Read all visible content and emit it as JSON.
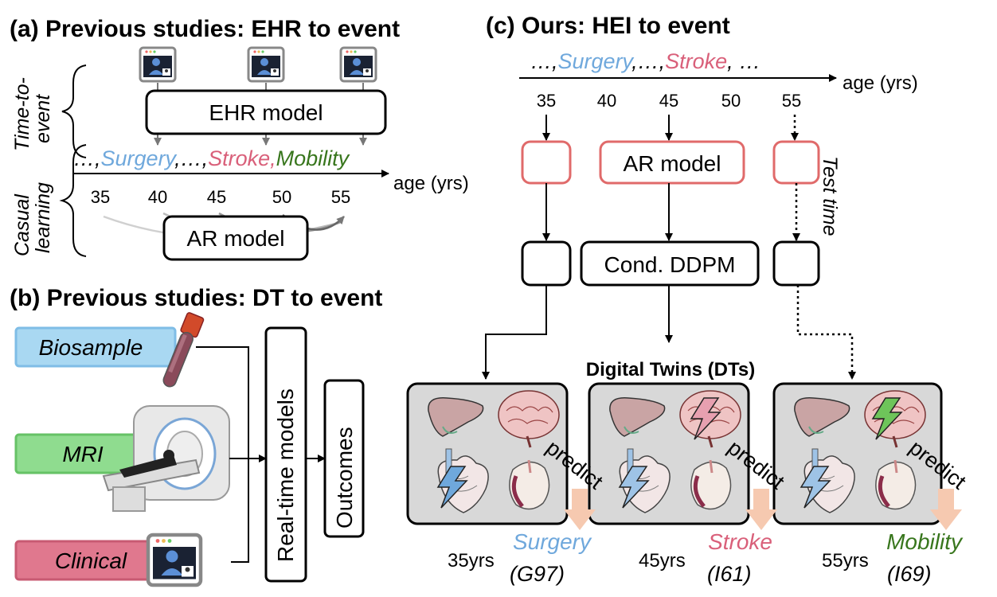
{
  "colors": {
    "surgery": "#6fa8dc",
    "stroke": "#d9607a",
    "mobility": "#38761d",
    "ar_box_border": "#e06a6a",
    "biosample_fill": "#a9d8f2",
    "mri_fill": "#8fdc8f",
    "clinical_fill": "#e0788e",
    "dt_fill": "#d8d8d8",
    "predict_arrow": "#f6c9b0"
  },
  "panel_a": {
    "title": "(a) Previous studies: EHR to event",
    "side_top": [
      "Time-to-",
      "event"
    ],
    "side_bottom": [
      "Casual",
      "learning"
    ],
    "ehr_model": "EHR model",
    "ar_model": "AR model",
    "seq_prefix": "…,",
    "seq_surgery": "Surgery",
    "seq_mid": ",…,",
    "seq_stroke": "Stroke,",
    "seq_mobility": "Mobility",
    "axis_label": "age (yrs)",
    "ticks": [
      "35",
      "40",
      "45",
      "50",
      "55"
    ]
  },
  "panel_b": {
    "title": "(b) Previous studies: DT to event",
    "biosample": "Biosample",
    "mri": "MRI",
    "clinical": "Clinical",
    "realtime": "Real-time models",
    "outcomes": "Outcomes"
  },
  "panel_c": {
    "title": "(c) Ours: HEI to event",
    "seq_prefix": "…,",
    "seq_surgery": "Surgery",
    "seq_mid": ",…,",
    "seq_stroke": "Stroke",
    "seq_suffix": ", …",
    "axis_label": "age (yrs)",
    "ticks": [
      "35",
      "40",
      "45",
      "50",
      "55"
    ],
    "ar_model": "AR model",
    "ddpm": "Cond. DDPM",
    "test_time": "Test time",
    "dt_label": "Digital Twins (DTs)",
    "predict": "predict",
    "outcomes": [
      {
        "name": "Surgery",
        "age": "35yrs",
        "code": "(G97)"
      },
      {
        "name": "Stroke",
        "age": "45yrs",
        "code": "(I61)"
      },
      {
        "name": "Mobility",
        "age": "55yrs",
        "code": "(I69)"
      }
    ]
  }
}
